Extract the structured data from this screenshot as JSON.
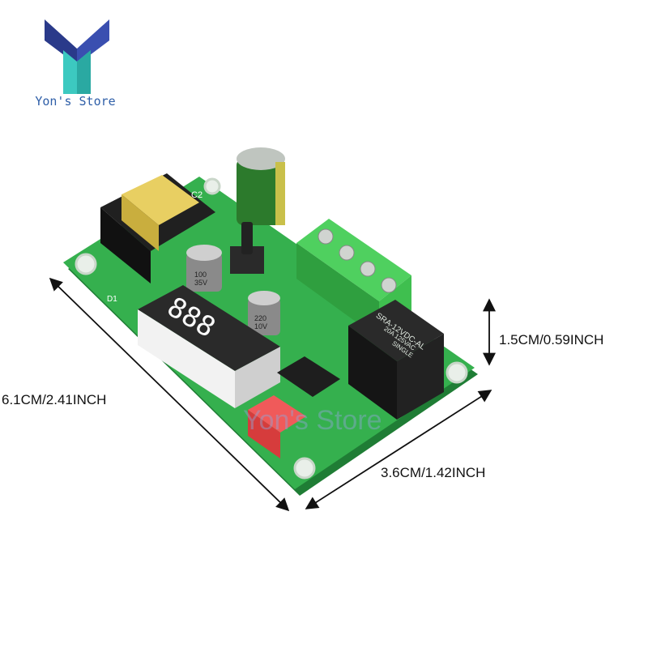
{
  "logo": {
    "brand": "Yon's Store",
    "watermark": "Yon's Store"
  },
  "dimensions": {
    "length": "6.1CM/2.41INCH",
    "width": "3.6CM/1.42INCH",
    "height": "1.5CM/0.59INCH"
  },
  "display": {
    "digits": "888"
  },
  "labels": {
    "cap_large": "100",
    "cap_large_v": "35V",
    "cap_small": "220",
    "cap_small_v": "10V",
    "relay_model": "SRA-12VDC-AL",
    "relay_rating": "20A 125VAC",
    "relay_brand": "SINGLE",
    "diode": "D1",
    "transformer": "C2"
  },
  "colors": {
    "pcb": "#2fa84a",
    "pcb_dark": "#1f7d35",
    "terminal": "#3fbf4f",
    "relay": "#1c1c1c",
    "connector": "#e84a4a",
    "transformer": "#e8cf62",
    "logo_dark": "#2a3a8a",
    "logo_teal": "#3cc9c0"
  }
}
